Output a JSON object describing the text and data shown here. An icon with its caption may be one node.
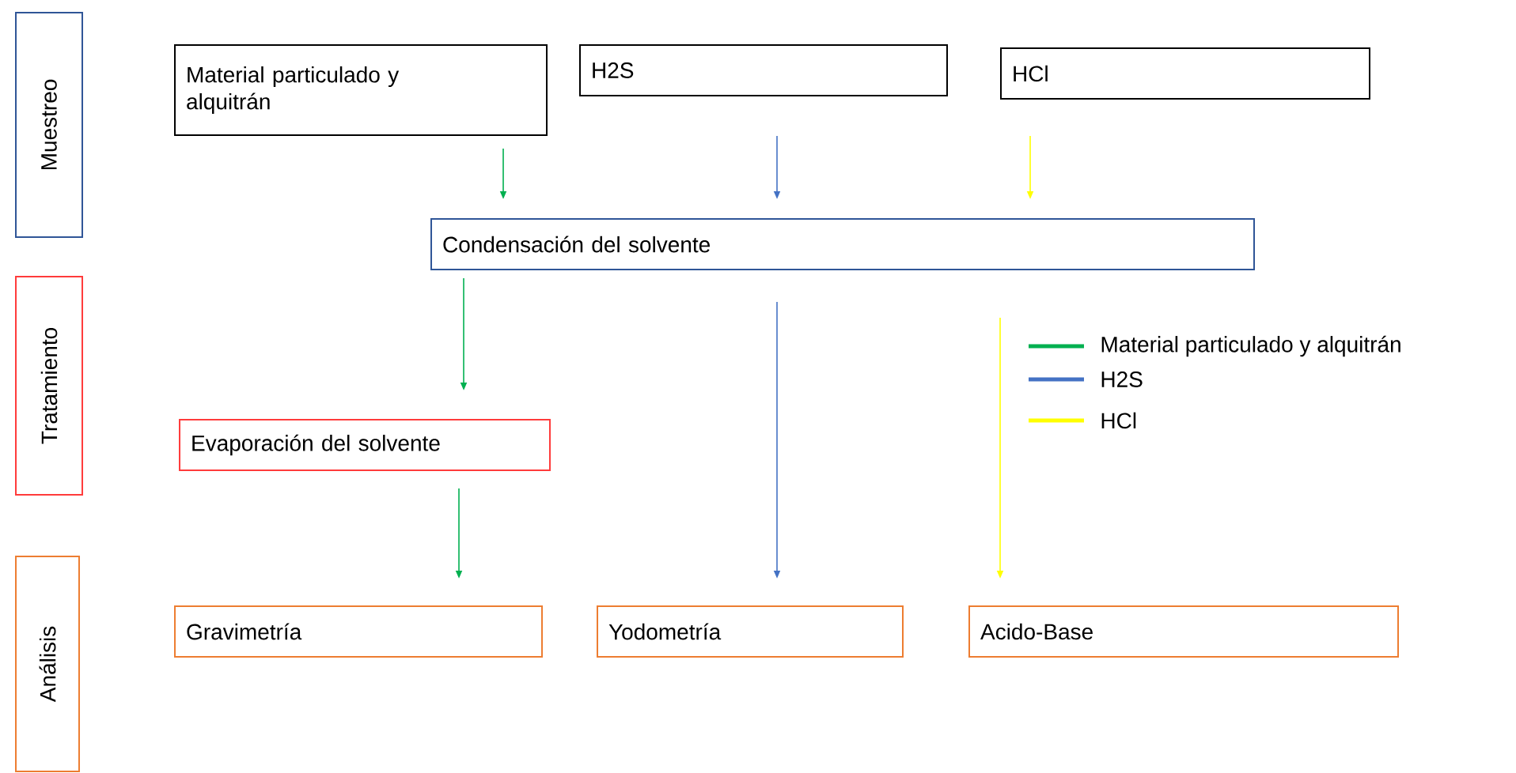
{
  "diagram": {
    "nodes": [
      {
        "text": [
          "Muestreo"
        ]
      },
      {
        "text": [
          "Tratamiento"
        ]
      },
      {
        "text": [
          "Análisis"
        ]
      },
      {
        "text": [
          "Material particulado y alquitrán"
        ]
      },
      {
        "text": [
          "H2S"
        ]
      },
      {
        "text": [
          "HCl"
        ]
      },
      {
        "text": [
          "Condensación del solvente"
        ]
      },
      {
        "text": [
          "Evaporación del solvente"
        ]
      },
      {
        "text": [
          "Gravimetría"
        ]
      },
      {
        "text": [
          "Yodometría"
        ]
      },
      {
        "text": [
          "Acido-Base"
        ]
      }
    ],
    "edges": [
      {
        "from": 3,
        "to": 6,
        "arrow": "to",
        "color": "#00b050"
      },
      {
        "from": 4,
        "to": 6,
        "arrow": "to",
        "color": "#4472c4"
      },
      {
        "from": 5,
        "to": 6,
        "arrow": "to",
        "color": "#ffff00"
      },
      {
        "from": 6,
        "to": 7,
        "arrow": "to",
        "color": "#00b050"
      },
      {
        "from": 7,
        "to": 8,
        "arrow": "to",
        "color": "#00b050"
      },
      {
        "from": 6,
        "to": 9,
        "arrow": "to",
        "color": "#4472c4"
      },
      {
        "from": 6,
        "to": 10,
        "arrow": "to",
        "color": "#ffff00"
      }
    ],
    "legend": [
      {
        "text": "Material particulado y alquitrán",
        "color": "#00b050"
      },
      {
        "text": "H2S",
        "color": "#4472c4"
      },
      {
        "text": "HCl",
        "color": "#ffff00"
      }
    ]
  }
}
